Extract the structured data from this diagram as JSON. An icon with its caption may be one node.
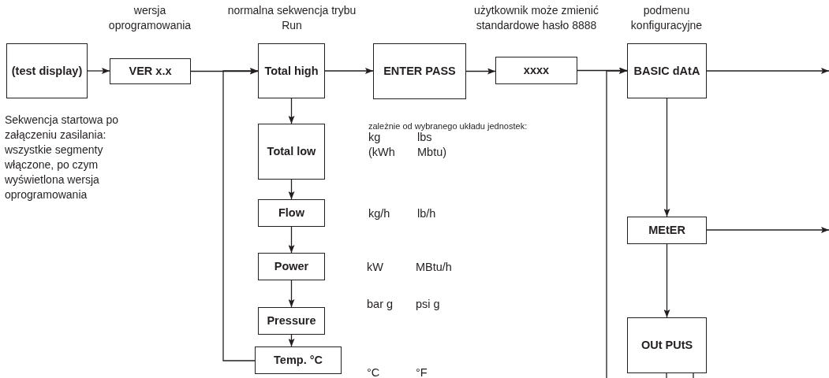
{
  "diagram": {
    "nodes": [
      {
        "text": [
          "(test display)"
        ],
        "beside": [
          "Sekwencja startowa po załączeniu zasilania: wszystkie segmenty włączone, po czym wyświetlona wersja oprogramowania"
        ]
      },
      {
        "text": [
          "VER x.x"
        ],
        "beside": [
          "wersja oprogramowania"
        ]
      },
      {
        "text": [
          "Total high"
        ],
        "beside": [
          "normalna sekwencja trybu Run"
        ]
      },
      {
        "text": [
          "ENTER PASS"
        ]
      },
      {
        "text": [
          "xxxx"
        ],
        "beside": [
          "użytkownik może zmienić standardowe hasło 8888"
        ]
      },
      {
        "text": [
          "BASIC dAtA"
        ],
        "beside": [
          "podmenu konfiguracyjne"
        ]
      },
      {
        "text": [
          "Total low"
        ]
      },
      {
        "text": [
          "Flow"
        ]
      },
      {
        "text": [
          "Power"
        ]
      },
      {
        "text": [
          "Pressure"
        ]
      },
      {
        "text": [
          "Temp. °C"
        ]
      },
      {
        "text": [
          "MEtER"
        ]
      },
      {
        "text": [
          "OUt PUtS"
        ]
      }
    ],
    "edges": [
      {
        "from": 0,
        "to": 1,
        "arrow": "to"
      },
      {
        "from": 1,
        "to": 2,
        "arrow": "to"
      },
      {
        "from": 10,
        "to": 2,
        "arrow": "to"
      },
      {
        "from": 2,
        "to": 3,
        "arrow": "to"
      },
      {
        "from": 3,
        "to": 4,
        "arrow": "to"
      },
      {
        "from": 4,
        "to": 5,
        "arrow": "to"
      },
      {
        "from": null,
        "to": 5,
        "arrow": "to"
      },
      {
        "from": 5,
        "to": null,
        "arrow": "to"
      },
      {
        "from": 2,
        "to": 6,
        "arrow": "to"
      },
      {
        "from": 6,
        "to": 7,
        "arrow": "to"
      },
      {
        "from": 7,
        "to": 8,
        "arrow": "to"
      },
      {
        "from": 8,
        "to": 9,
        "arrow": "to"
      },
      {
        "from": 9,
        "to": 10,
        "arrow": "to"
      },
      {
        "from": 5,
        "to": 11,
        "arrow": "to"
      },
      {
        "from": 11,
        "to": null,
        "arrow": "to"
      },
      {
        "from": 11,
        "to": 12,
        "arrow": "to"
      },
      {
        "from": 12,
        "to": null,
        "arrow": "none"
      },
      {
        "from": 12,
        "to": null,
        "arrow": "none"
      }
    ],
    "labels": [
      "zależnie od wybranego układu jednostek:",
      "kg",
      "lbs",
      "(kWh",
      "Mbtu)",
      "kg/h",
      "lb/h",
      "kW",
      "MBtu/h",
      "bar g",
      "psi g",
      "°C",
      "°F"
    ]
  }
}
